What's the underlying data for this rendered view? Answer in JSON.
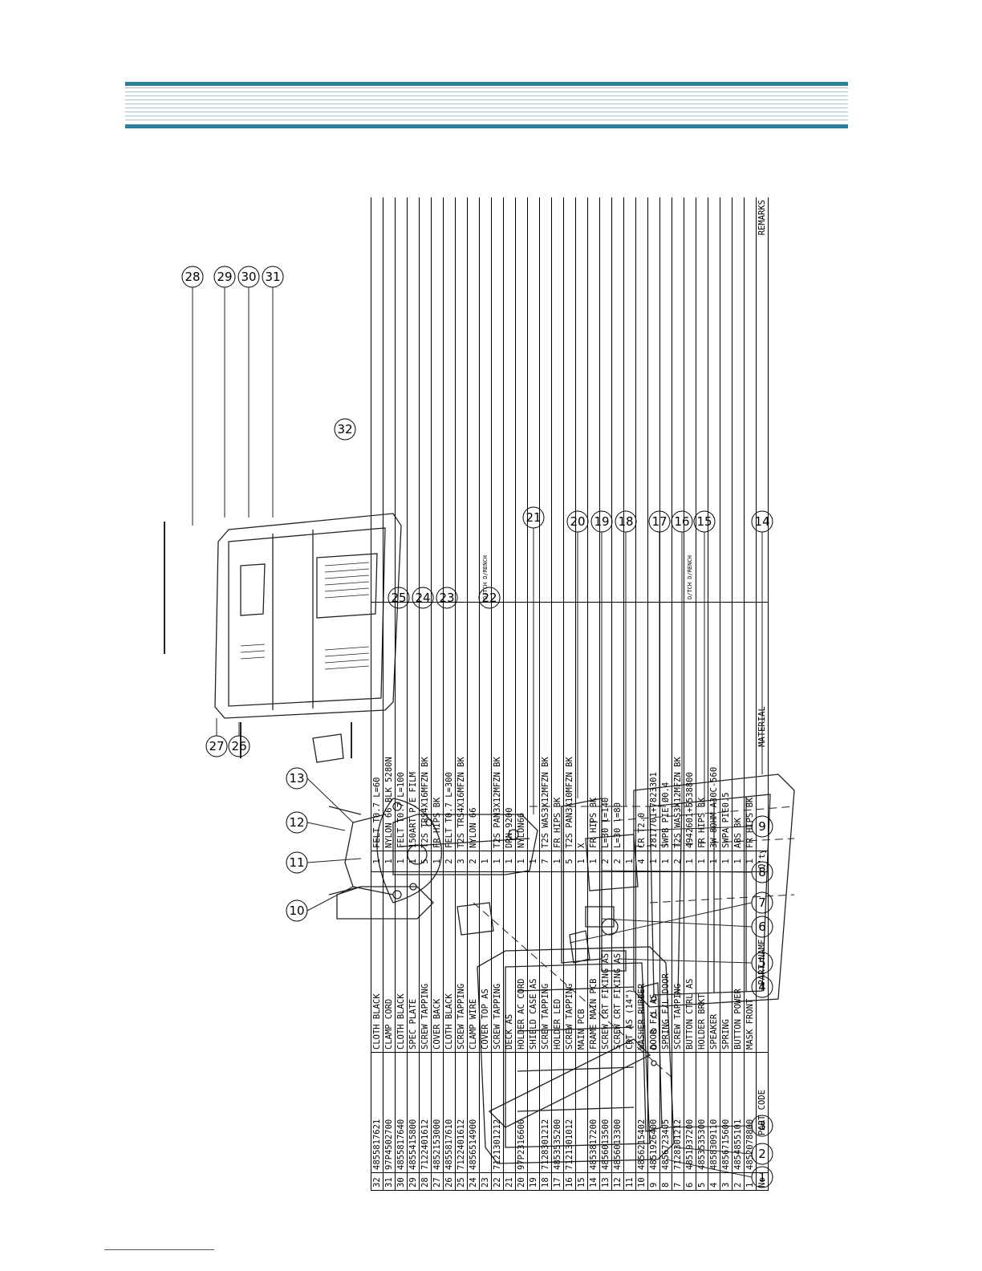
{
  "callouts": [
    "1",
    "2",
    "3",
    "4",
    "5",
    "6",
    "7",
    "8",
    "9",
    "10",
    "11",
    "12",
    "13",
    "14",
    "15",
    "16",
    "17",
    "18",
    "19",
    "20",
    "21",
    "22",
    "23",
    "24",
    "25",
    "26",
    "27",
    "28",
    "29",
    "30",
    "31",
    "32"
  ],
  "parts_table": {
    "header": {
      "no": "No",
      "part_code": "PART CODE",
      "part_name": "PART NAME",
      "qty": "Q'ty",
      "material": "MATERIAL",
      "remarks": "REMARKS"
    },
    "rows": [
      {
        "no": "32",
        "code": "4855817621",
        "name": "CLOTH BLACK",
        "qty": "1",
        "material": "FELT T0.7    L=60",
        "remarks": ""
      },
      {
        "no": "31",
        "code": "97P4502700",
        "name": "CLAMP CORD",
        "qty": "1",
        "material": "NYLON 66 BLK 5280N",
        "remarks": ""
      },
      {
        "no": "30",
        "code": "4855817640",
        "name": "CLOTH BLACK",
        "qty": "1",
        "material": "FELT T0.7    L=100",
        "remarks": ""
      },
      {
        "no": "29",
        "code": "4855415800",
        "name": "SPEC PLATE",
        "qty": "1",
        "material": "150ART P/E FILM",
        "remarks": ""
      },
      {
        "no": "28",
        "code": "7122401612",
        "name": "SCREW TAPPING",
        "qty": "5",
        "material": "T2S TRS4X16MFZN BK",
        "remarks": ""
      },
      {
        "no": "27",
        "code": "4852153000",
        "name": "COVER BACK",
        "qty": "1",
        "material": "FR HIPS BK",
        "remarks": ""
      },
      {
        "no": "26",
        "code": "4855817610",
        "name": "CLOTH BLACK",
        "qty": "2",
        "material": "FELT T0.7    L=300",
        "remarks": ""
      },
      {
        "no": "25",
        "code": "7122401612",
        "name": "SCREW TAPPING",
        "qty": "3",
        "material": "T2S TRS4X16MFZN BK",
        "remarks": ""
      },
      {
        "no": "24",
        "code": "4856514900",
        "name": "CLAMP WIRE",
        "qty": "2",
        "material": "NYLON 66",
        "remarks": ""
      },
      {
        "no": "23",
        "code": "",
        "name": "COVER TOP AS",
        "qty": "1",
        "material": "",
        "remarks": "D/TCH D/RENCH"
      },
      {
        "no": "22",
        "code": "7121301212",
        "name": "SCREW TAPPING",
        "qty": "1",
        "material": "T2S PAN3X12MFZN BK",
        "remarks": ""
      },
      {
        "no": "21",
        "code": "",
        "name": "DECK AS",
        "qty": "1",
        "material": "DRN-9200",
        "remarks": ""
      },
      {
        "no": "20",
        "code": "97P2316600",
        "name": "HOLDER AC CORD",
        "qty": "1",
        "material": "NYLON66",
        "remarks": ""
      },
      {
        "no": "19",
        "code": "",
        "name": "SHIELD CASE AS",
        "qty": "1",
        "material": "",
        "remarks": ""
      },
      {
        "no": "18",
        "code": "7128301212",
        "name": "SCREW TAPPING",
        "qty": "7",
        "material": "T2S WAS3X12MFZN BK",
        "remarks": ""
      },
      {
        "no": "17",
        "code": "4853535200",
        "name": "HOLDER LED",
        "qty": "1",
        "material": "FR HIPS BK",
        "remarks": ""
      },
      {
        "no": "16",
        "code": "7121301012",
        "name": "SCREW TAPPING",
        "qty": "5",
        "material": "T2S PAN3X10MFZN BK",
        "remarks": ""
      },
      {
        "no": "15",
        "code": "",
        "name": "MAIN PCB",
        "qty": "1",
        "material": "X",
        "remarks": ""
      },
      {
        "no": "14",
        "code": "4853817200",
        "name": "FRAME MAIN PCB",
        "qty": "1",
        "material": "FR HIPS BK",
        "remarks": ""
      },
      {
        "no": "13",
        "code": "4856013500",
        "name": "SCREW CRT FIXING AS",
        "qty": "2",
        "material": "L=30 l=140",
        "remarks": ""
      },
      {
        "no": "12",
        "code": "4856013300",
        "name": "SCREW CRT FIXING AS",
        "qty": "2",
        "material": "L=30 l=80",
        "remarks": ""
      },
      {
        "no": "11",
        "code": "",
        "name": "CRT AS (14\")",
        "qty": "1",
        "material": "",
        "remarks": ""
      },
      {
        "no": "10",
        "code": "4856215402",
        "name": "WASHER RUBBER",
        "qty": "4",
        "material": "CR T2.0",
        "remarks": ""
      },
      {
        "no": "9",
        "code": "4851926400",
        "name": "DOOR F/L AS",
        "qty": "1",
        "material": "2817701+7823301",
        "remarks": ""
      },
      {
        "no": "8",
        "code": "4856723405",
        "name": "SPRING F/L DOOR",
        "qty": "1",
        "material": "SWPB   PIE Ø0.4",
        "remarks": ""
      },
      {
        "no": "7",
        "code": "7128301212",
        "name": "SCREW TAPPING",
        "qty": "2",
        "material": "T2S WAS3X12MFZN BK",
        "remarks": ""
      },
      {
        "no": "6",
        "code": "4851937200",
        "name": "BUTTON CTRL AS",
        "qty": "1",
        "material": "4942601+5538800",
        "remarks": "D/TCH D/RENCH"
      },
      {
        "no": "5",
        "code": "4853535300",
        "name": "HOLDER BRKT",
        "qty": "1",
        "material": "FR HIPS BK",
        "remarks": ""
      },
      {
        "no": "4",
        "code": "4858309110",
        "name": "SPEAKER",
        "qty": "1",
        "material": "3W 8OHM A30C-560",
        "remarks": ""
      },
      {
        "no": "3",
        "code": "4856715600",
        "name": "SPRING",
        "qty": "1",
        "material": "SWPA PIE0.5",
        "remarks": ""
      },
      {
        "no": "2",
        "code": "4854855101",
        "name": "BUTTON POWER",
        "qty": "1",
        "material": "ABS BK",
        "remarks": ""
      },
      {
        "no": "1",
        "code": "4852078800",
        "name": "MASK FRONT",
        "qty": "1",
        "material": "FR HIPS BK",
        "remarks": ""
      }
    ]
  }
}
